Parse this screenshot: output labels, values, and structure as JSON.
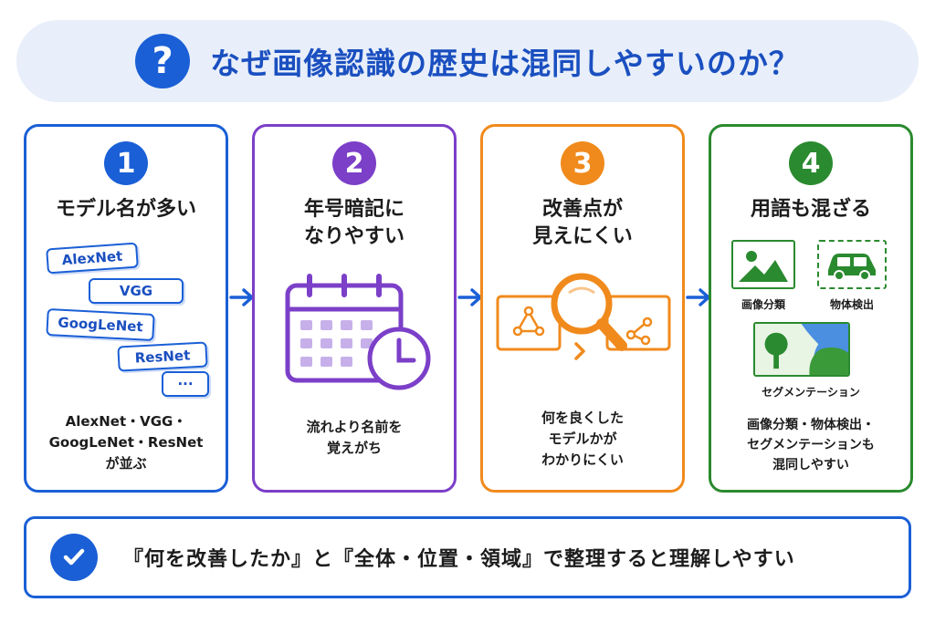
{
  "header": {
    "badge": "?",
    "title": "なぜ画像認識の歴史は混同しやすいのか？"
  },
  "colors": {
    "blue": "#1a5fd6",
    "purple": "#7b3fc8",
    "orange": "#f08a1c",
    "green": "#2a8a2f",
    "header_bg": "#e8effa"
  },
  "cards": [
    {
      "number": "1",
      "title": "モデル名が多い",
      "models": [
        "AlexNet",
        "VGG",
        "GoogLeNet",
        "ResNet",
        "···"
      ],
      "desc": [
        "AlexNet・VGG・",
        "GoogLeNet・ResNet",
        "が並ぶ"
      ],
      "icon": "model-tags-icon"
    },
    {
      "number": "2",
      "title": [
        "年号暗記に",
        "なりやすい"
      ],
      "desc": [
        "流れより名前を",
        "覚えがち"
      ],
      "icon": "calendar-clock-icon"
    },
    {
      "number": "3",
      "title": [
        "改善点が",
        "見えにくい"
      ],
      "desc": [
        "何を良くした",
        "モデルかが",
        "わかりにくい"
      ],
      "icon": "magnifier-compare-icon"
    },
    {
      "number": "4",
      "title": "用語も混ざる",
      "terms": [
        "画像分類",
        "物体検出",
        "セグメンテーション"
      ],
      "desc": [
        "画像分類・物体検出・",
        "セグメンテーションも",
        "混同しやすい"
      ],
      "icon": "task-terms-icon"
    }
  ],
  "footer": {
    "text": "『何を改善したか』と『全体・位置・領域』で整理すると理解しやすい",
    "icon": "check-icon"
  }
}
